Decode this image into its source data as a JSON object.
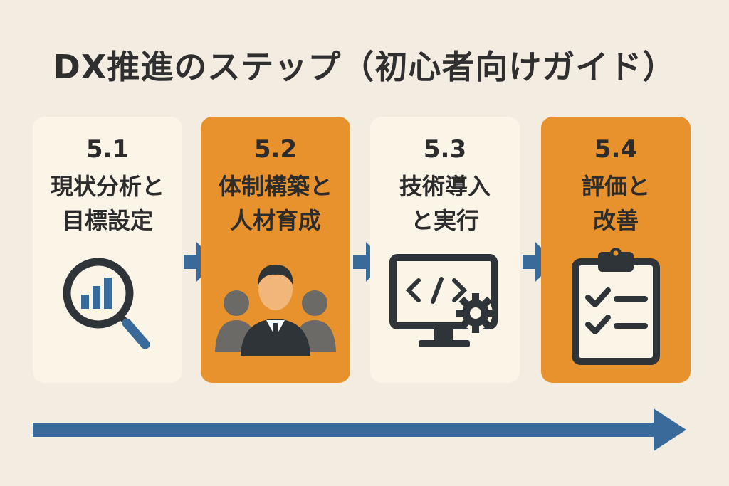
{
  "title": "DX推進のステップ（初心者向けガイド）",
  "steps": [
    {
      "number": "5.1",
      "label": "現状分析と\n目標設定",
      "icon": "magnifier-bar-chart-icon",
      "color": "#fbf5e8"
    },
    {
      "number": "5.2",
      "label": "体制構築と\n人材育成",
      "icon": "team-people-icon",
      "color": "#e8922e"
    },
    {
      "number": "5.3",
      "label": "技術導入\nと実行",
      "icon": "monitor-code-gear-icon",
      "color": "#fbf5e8"
    },
    {
      "number": "5.4",
      "label": "評価と\n改善",
      "icon": "clipboard-checklist-icon",
      "color": "#e8922e"
    }
  ],
  "colors": {
    "background": "#f2ece1",
    "accent_orange": "#e8922e",
    "accent_blue": "#3a6a9a",
    "dark_icon": "#2e3438"
  }
}
